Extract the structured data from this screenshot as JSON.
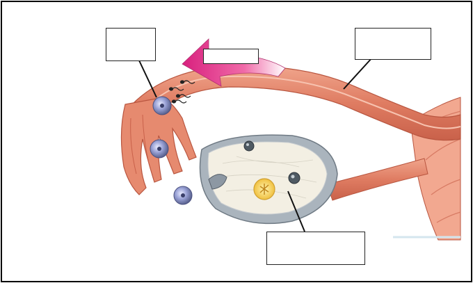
{
  "diagram": {
    "labels": [
      {
        "id": "egg-label",
        "text": ""
      },
      {
        "id": "arrow-label",
        "text": ""
      },
      {
        "id": "oviduct-label",
        "text": ""
      },
      {
        "id": "ovary-label",
        "text": ""
      }
    ],
    "colors": {
      "tube": "#e0846a",
      "tube_dark": "#b8553f",
      "tube_light": "#f2b39d",
      "ovary_outer": "#bfc8cf",
      "ovary_inner": "#f3efe3",
      "follicle": "#f5d36a",
      "egg": "#8a93c9",
      "arrow": "#e23c8f",
      "line": "#111111"
    }
  }
}
